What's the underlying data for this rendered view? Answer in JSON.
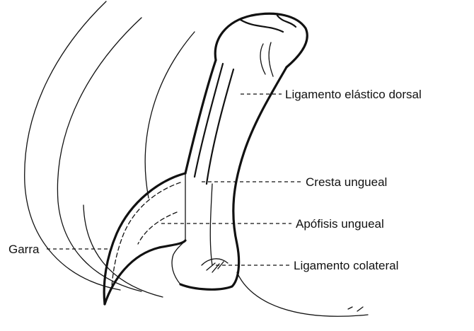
{
  "labels": {
    "ligamento_elastico_dorsal": "Ligamento elástico dorsal",
    "cresta_ungueal": "Cresta ungueal",
    "apofisis_ungueal": "Apófisis ungueal",
    "ligamento_colateral": "Ligamento colateral",
    "garra": "Garra"
  },
  "colors": {
    "ink": "#111111",
    "paper": "#ffffff"
  }
}
